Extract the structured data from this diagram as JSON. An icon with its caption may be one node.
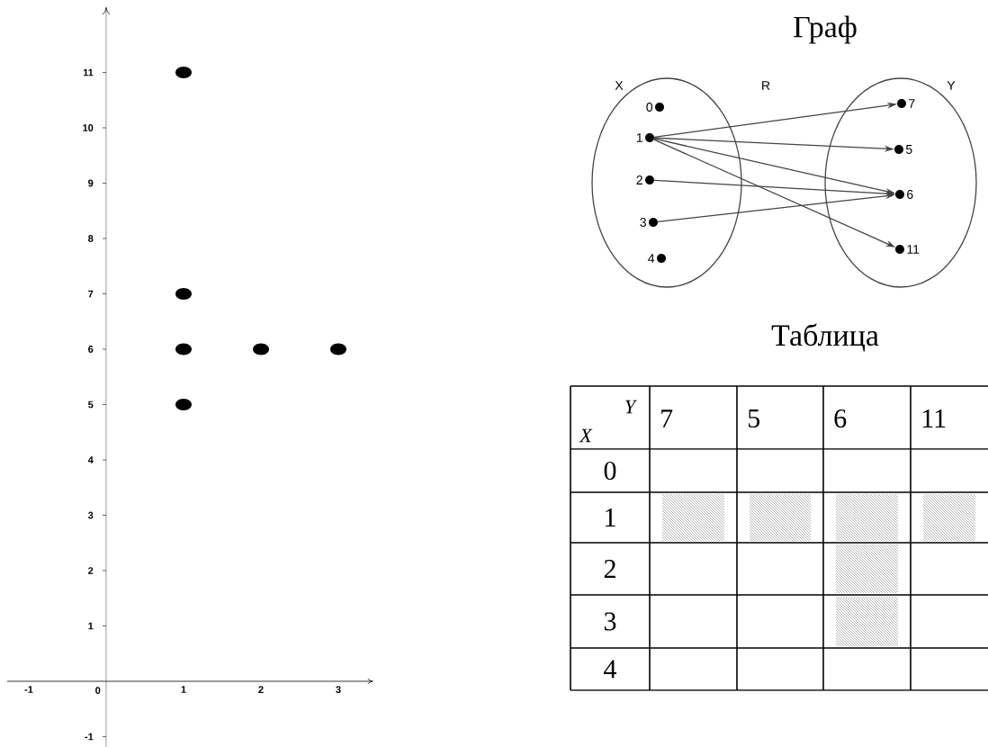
{
  "diagram": {
    "nodes": [
      {
        "text": [
          "X"
        ]
      },
      {
        "text": [
          "Y"
        ]
      },
      {
        "text": [
          "0"
        ],
        "in": 0
      },
      {
        "text": [
          "1"
        ],
        "in": 0
      },
      {
        "text": [
          "2"
        ],
        "in": 0
      },
      {
        "text": [
          "3"
        ],
        "in": 0
      },
      {
        "text": [
          "4"
        ],
        "in": 0
      },
      {
        "text": [
          "7"
        ],
        "in": 1
      },
      {
        "text": [
          "5"
        ],
        "in": 1
      },
      {
        "text": [
          "6"
        ],
        "in": 1
      },
      {
        "text": [
          "11"
        ],
        "in": 1
      }
    ],
    "edges": [
      {
        "from": 3,
        "to": 7,
        "arrow": "to"
      },
      {
        "from": 3,
        "to": 8,
        "arrow": "to"
      },
      {
        "from": 3,
        "to": 9,
        "arrow": "to"
      },
      {
        "from": 3,
        "to": 10,
        "arrow": "to"
      },
      {
        "from": 4,
        "to": 9,
        "arrow": "to"
      },
      {
        "from": 5,
        "to": 9,
        "arrow": "to"
      }
    ],
    "labels": [
      "Граф",
      "R",
      "Таблица",
      "Y",
      "X",
      "7",
      "5",
      "6",
      "11",
      "0",
      "1",
      "2",
      "3",
      "4",
      "0"
    ],
    "chart_data": {
      "type": "scatter",
      "x": [
        1,
        1,
        1,
        1,
        2,
        3
      ],
      "series": [
        {
          "color": "#000000",
          "values": [
            11,
            7,
            6,
            5,
            6,
            6
          ]
        }
      ],
      "xlim": [
        -1.28,
        3.45
      ],
      "ylim": [
        -1.19,
        12.18
      ],
      "xticks": [
        -1,
        1,
        2,
        3
      ],
      "yticks": [
        -1,
        1,
        2,
        3,
        4,
        5,
        6,
        7,
        8,
        9,
        10,
        11
      ]
    }
  }
}
